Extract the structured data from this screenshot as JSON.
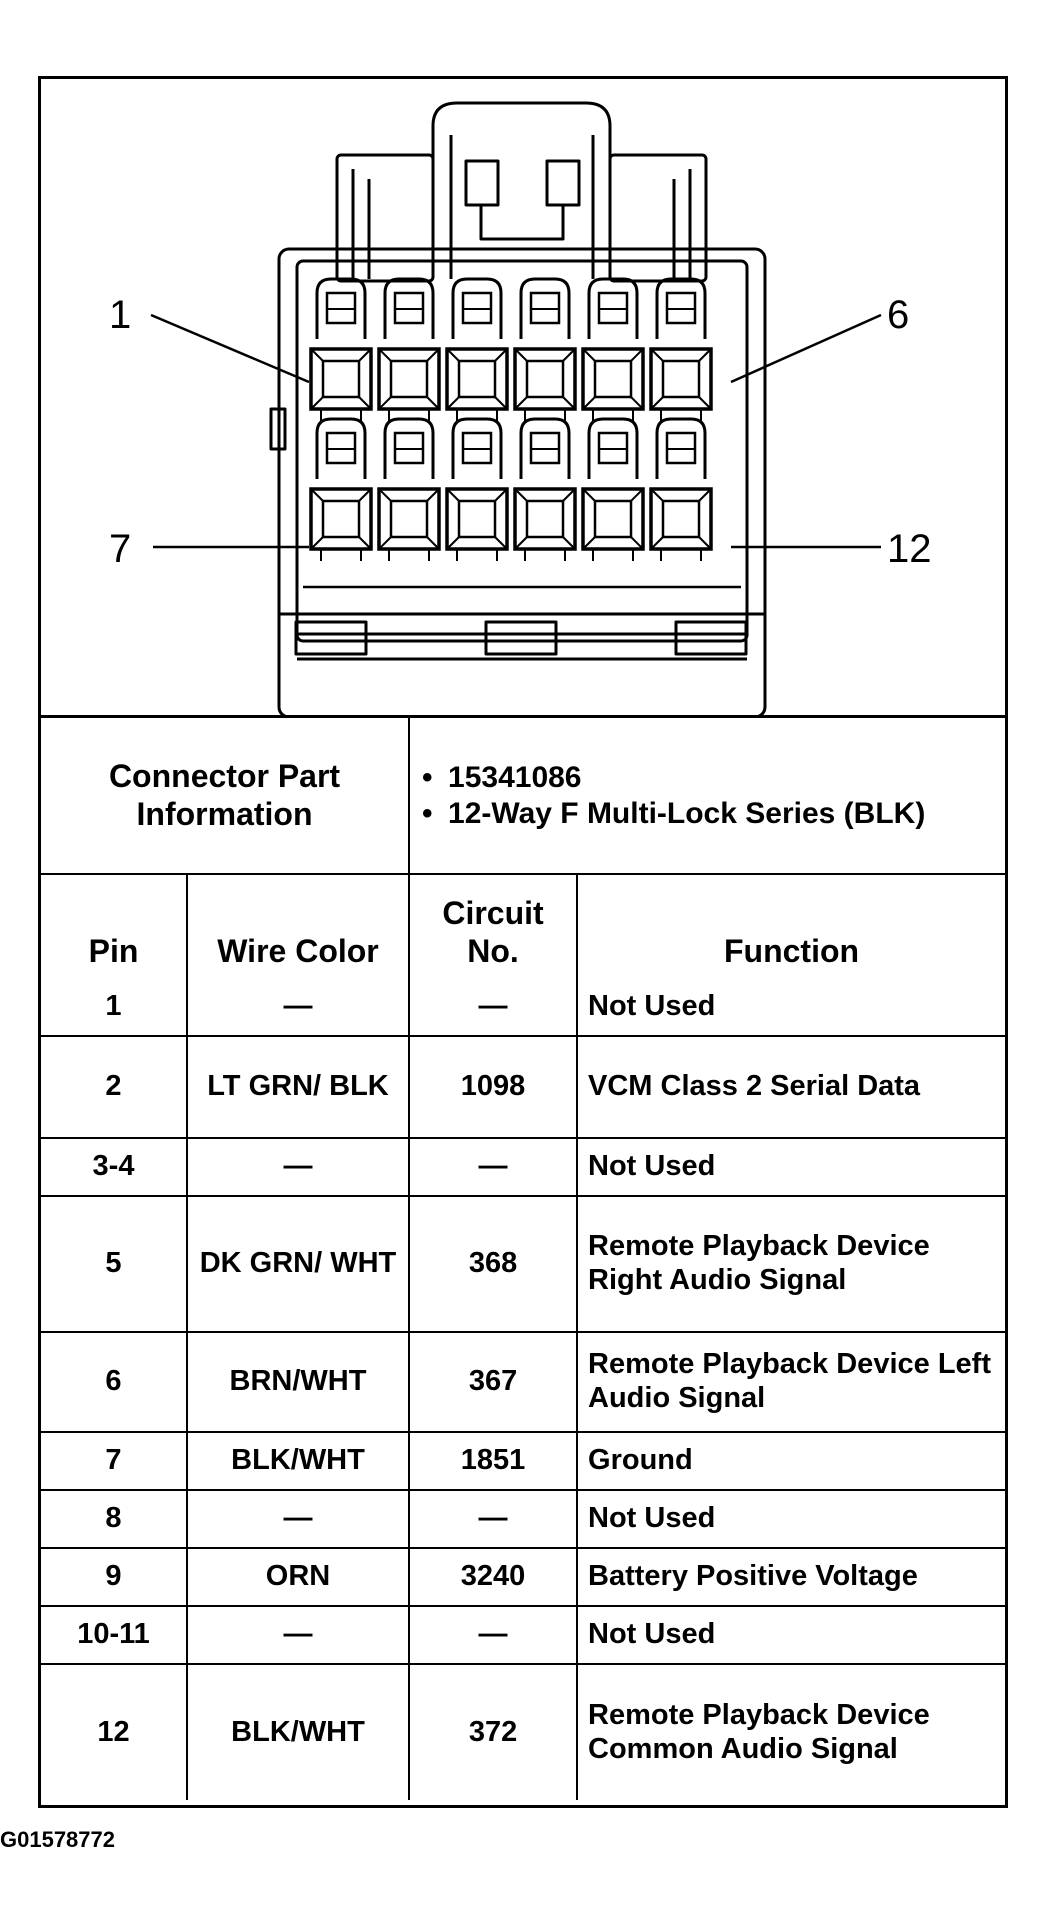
{
  "diagram": {
    "pin_callouts": [
      "1",
      "6",
      "7",
      "12"
    ]
  },
  "connector_info": {
    "label": "Connector Part Information",
    "items": [
      "15341086",
      "12-Way F Multi-Lock Series (BLK)"
    ]
  },
  "table": {
    "headers": {
      "pin": "Pin",
      "wire_color": "Wire Color",
      "circuit_no": "Circuit No.",
      "function": "Function"
    },
    "rows": [
      {
        "pin": "1",
        "wire": "—",
        "circuit": "—",
        "function": "Not Used"
      },
      {
        "pin": "2",
        "wire": "LT GRN/ BLK",
        "circuit": "1098",
        "function": "VCM Class 2 Serial Data"
      },
      {
        "pin": "3-4",
        "wire": "—",
        "circuit": "—",
        "function": "Not Used"
      },
      {
        "pin": "5",
        "wire": "DK GRN/ WHT",
        "circuit": "368",
        "function": "Remote Playback Device Right Audio Signal"
      },
      {
        "pin": "6",
        "wire": "BRN/WHT",
        "circuit": "367",
        "function": "Remote Playback Device Left Audio Signal"
      },
      {
        "pin": "7",
        "wire": "BLK/WHT",
        "circuit": "1851",
        "function": "Ground"
      },
      {
        "pin": "8",
        "wire": "—",
        "circuit": "—",
        "function": "Not Used"
      },
      {
        "pin": "9",
        "wire": "ORN",
        "circuit": "3240",
        "function": "Battery Positive Voltage"
      },
      {
        "pin": "10-11",
        "wire": "—",
        "circuit": "—",
        "function": "Not Used"
      },
      {
        "pin": "12",
        "wire": "BLK/WHT",
        "circuit": "372",
        "function": "Remote Playback Device Common Audio Signal"
      }
    ]
  },
  "footer": {
    "code": "G01578772"
  }
}
